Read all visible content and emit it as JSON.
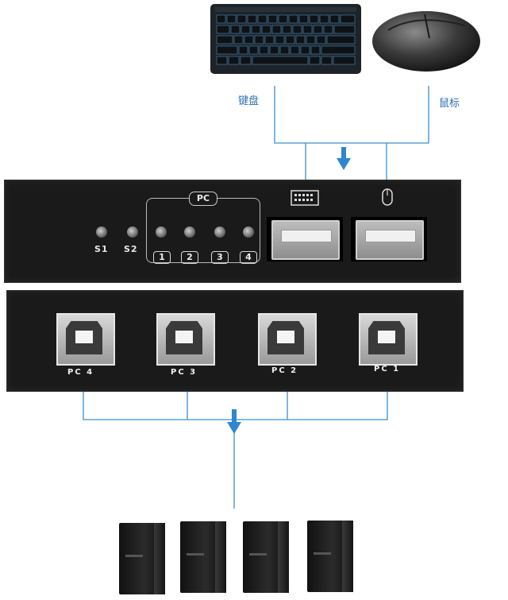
{
  "top_labels": {
    "keyboard": "键盘",
    "mouse": "鼠标"
  },
  "front_panel": {
    "pc_header": "PC",
    "switches": [
      "S1",
      "S2"
    ],
    "pc_buttons": [
      "1",
      "2",
      "3",
      "4"
    ]
  },
  "rear_panel": {
    "ports": [
      "PC 4",
      "PC 3",
      "PC 2",
      "PC 1"
    ]
  },
  "colors": {
    "line": "#3b8fd0",
    "arrow": "#2f86d0",
    "device_body": "#1a1a1a"
  },
  "icons": [
    "keyboard-icon",
    "mouse-icon",
    "usb-a-port",
    "usb-b-port",
    "computer-tower-icon"
  ]
}
